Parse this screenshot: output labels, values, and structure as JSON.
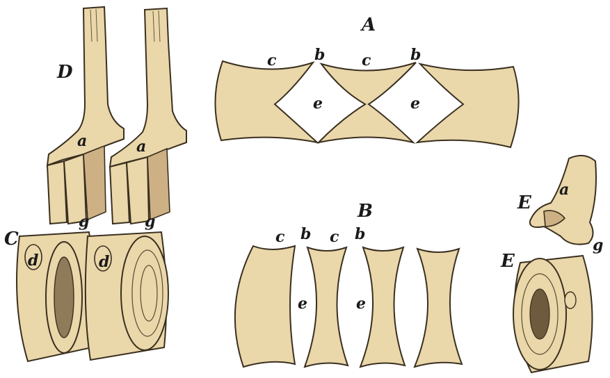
{
  "figure": {
    "colors": {
      "bone": "#ead7aa",
      "bone_shadow": "#cdb184",
      "outline": "#3a2f1f",
      "hatching": "#5a4a33",
      "background": "#ffffff"
    },
    "panel_A": {
      "label": "A",
      "marks": {
        "c1": "c",
        "b1": "b",
        "c2": "c",
        "b2": "b",
        "e1": "e",
        "e2": "e"
      }
    },
    "panel_B": {
      "label": "B",
      "marks": {
        "c1": "c",
        "b1": "b",
        "c2": "c",
        "b2": "b",
        "e1": "e",
        "e2": "e"
      }
    },
    "panel_C": {
      "label": "C",
      "marks": {
        "d1": "d",
        "d2": "d"
      }
    },
    "panel_D": {
      "label": "D",
      "marks": {
        "a1": "a",
        "a2": "a",
        "g1": "g",
        "g2": "g"
      }
    },
    "panel_E": {
      "label_top": "E",
      "label_bottom": "E",
      "marks": {
        "a": "a",
        "g": "g"
      }
    }
  }
}
